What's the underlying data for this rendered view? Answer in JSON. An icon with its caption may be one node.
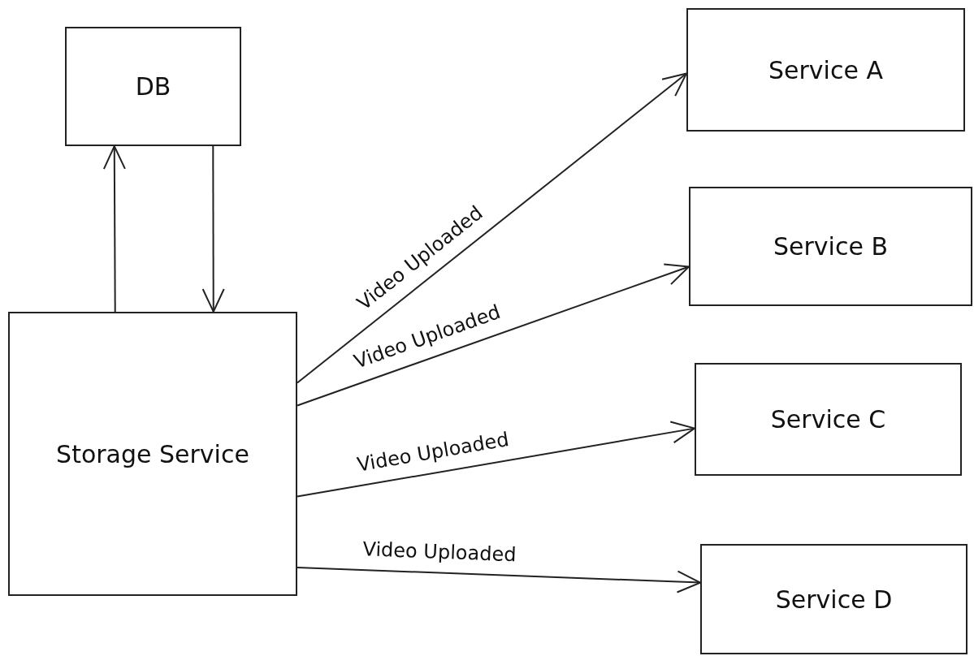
{
  "diagram": {
    "nodes": [
      {
        "text": [
          "DB"
        ]
      },
      {
        "text": [
          "Storage Service"
        ]
      },
      {
        "text": [
          "Service A"
        ]
      },
      {
        "text": [
          "Service B"
        ]
      },
      {
        "text": [
          "Service C"
        ]
      },
      {
        "text": [
          "Service D"
        ]
      }
    ],
    "edges": [
      {
        "from": 1,
        "to": 0,
        "arrow": "to"
      },
      {
        "from": 0,
        "to": 1,
        "arrow": "to"
      },
      {
        "from": 1,
        "to": 2,
        "arrow": "to",
        "label": "Video Uploaded"
      },
      {
        "from": 1,
        "to": 3,
        "arrow": "to",
        "label": "Video Uploaded"
      },
      {
        "from": 1,
        "to": 4,
        "arrow": "to",
        "label": "Video Uploaded"
      },
      {
        "from": 1,
        "to": 5,
        "arrow": "to",
        "label": "Video Uploaded"
      }
    ]
  }
}
